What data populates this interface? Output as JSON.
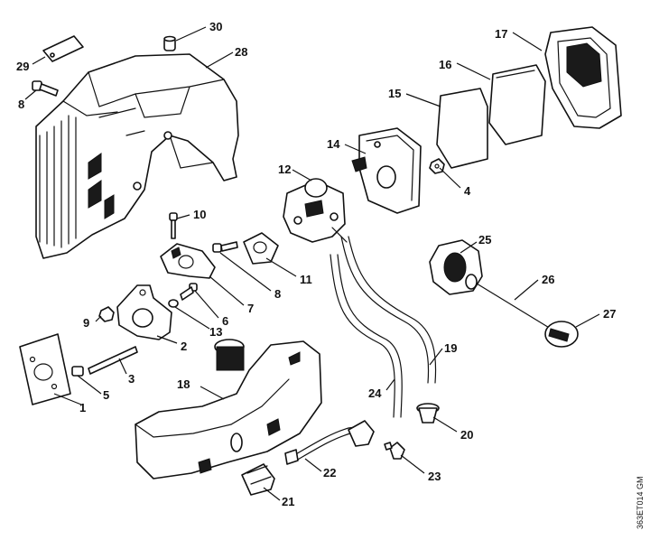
{
  "diagram": {
    "reference_code": "363ET014 GM",
    "callouts": [
      "1",
      "2",
      "3",
      "4",
      "5",
      "6",
      "7",
      "8",
      "8",
      "9",
      "10",
      "11",
      "12",
      "13",
      "14",
      "15",
      "16",
      "17",
      "18",
      "19",
      "20",
      "21",
      "22",
      "23",
      "24",
      "25",
      "26",
      "27",
      "28",
      "29",
      "30"
    ]
  },
  "callouts": {
    "c1": "1",
    "c2": "2",
    "c3": "3",
    "c4": "4",
    "c5": "5",
    "c6": "6",
    "c7": "7",
    "c8a": "8",
    "c8b": "8",
    "c9": "9",
    "c10": "10",
    "c11": "11",
    "c12": "12",
    "c13": "13",
    "c14": "14",
    "c15": "15",
    "c16": "16",
    "c17": "17",
    "c18": "18",
    "c19": "19",
    "c20": "20",
    "c21": "21",
    "c22": "22",
    "c23": "23",
    "c24": "24",
    "c25": "25",
    "c26": "26",
    "c27": "27",
    "c28": "28",
    "c29": "29",
    "c30": "30"
  }
}
